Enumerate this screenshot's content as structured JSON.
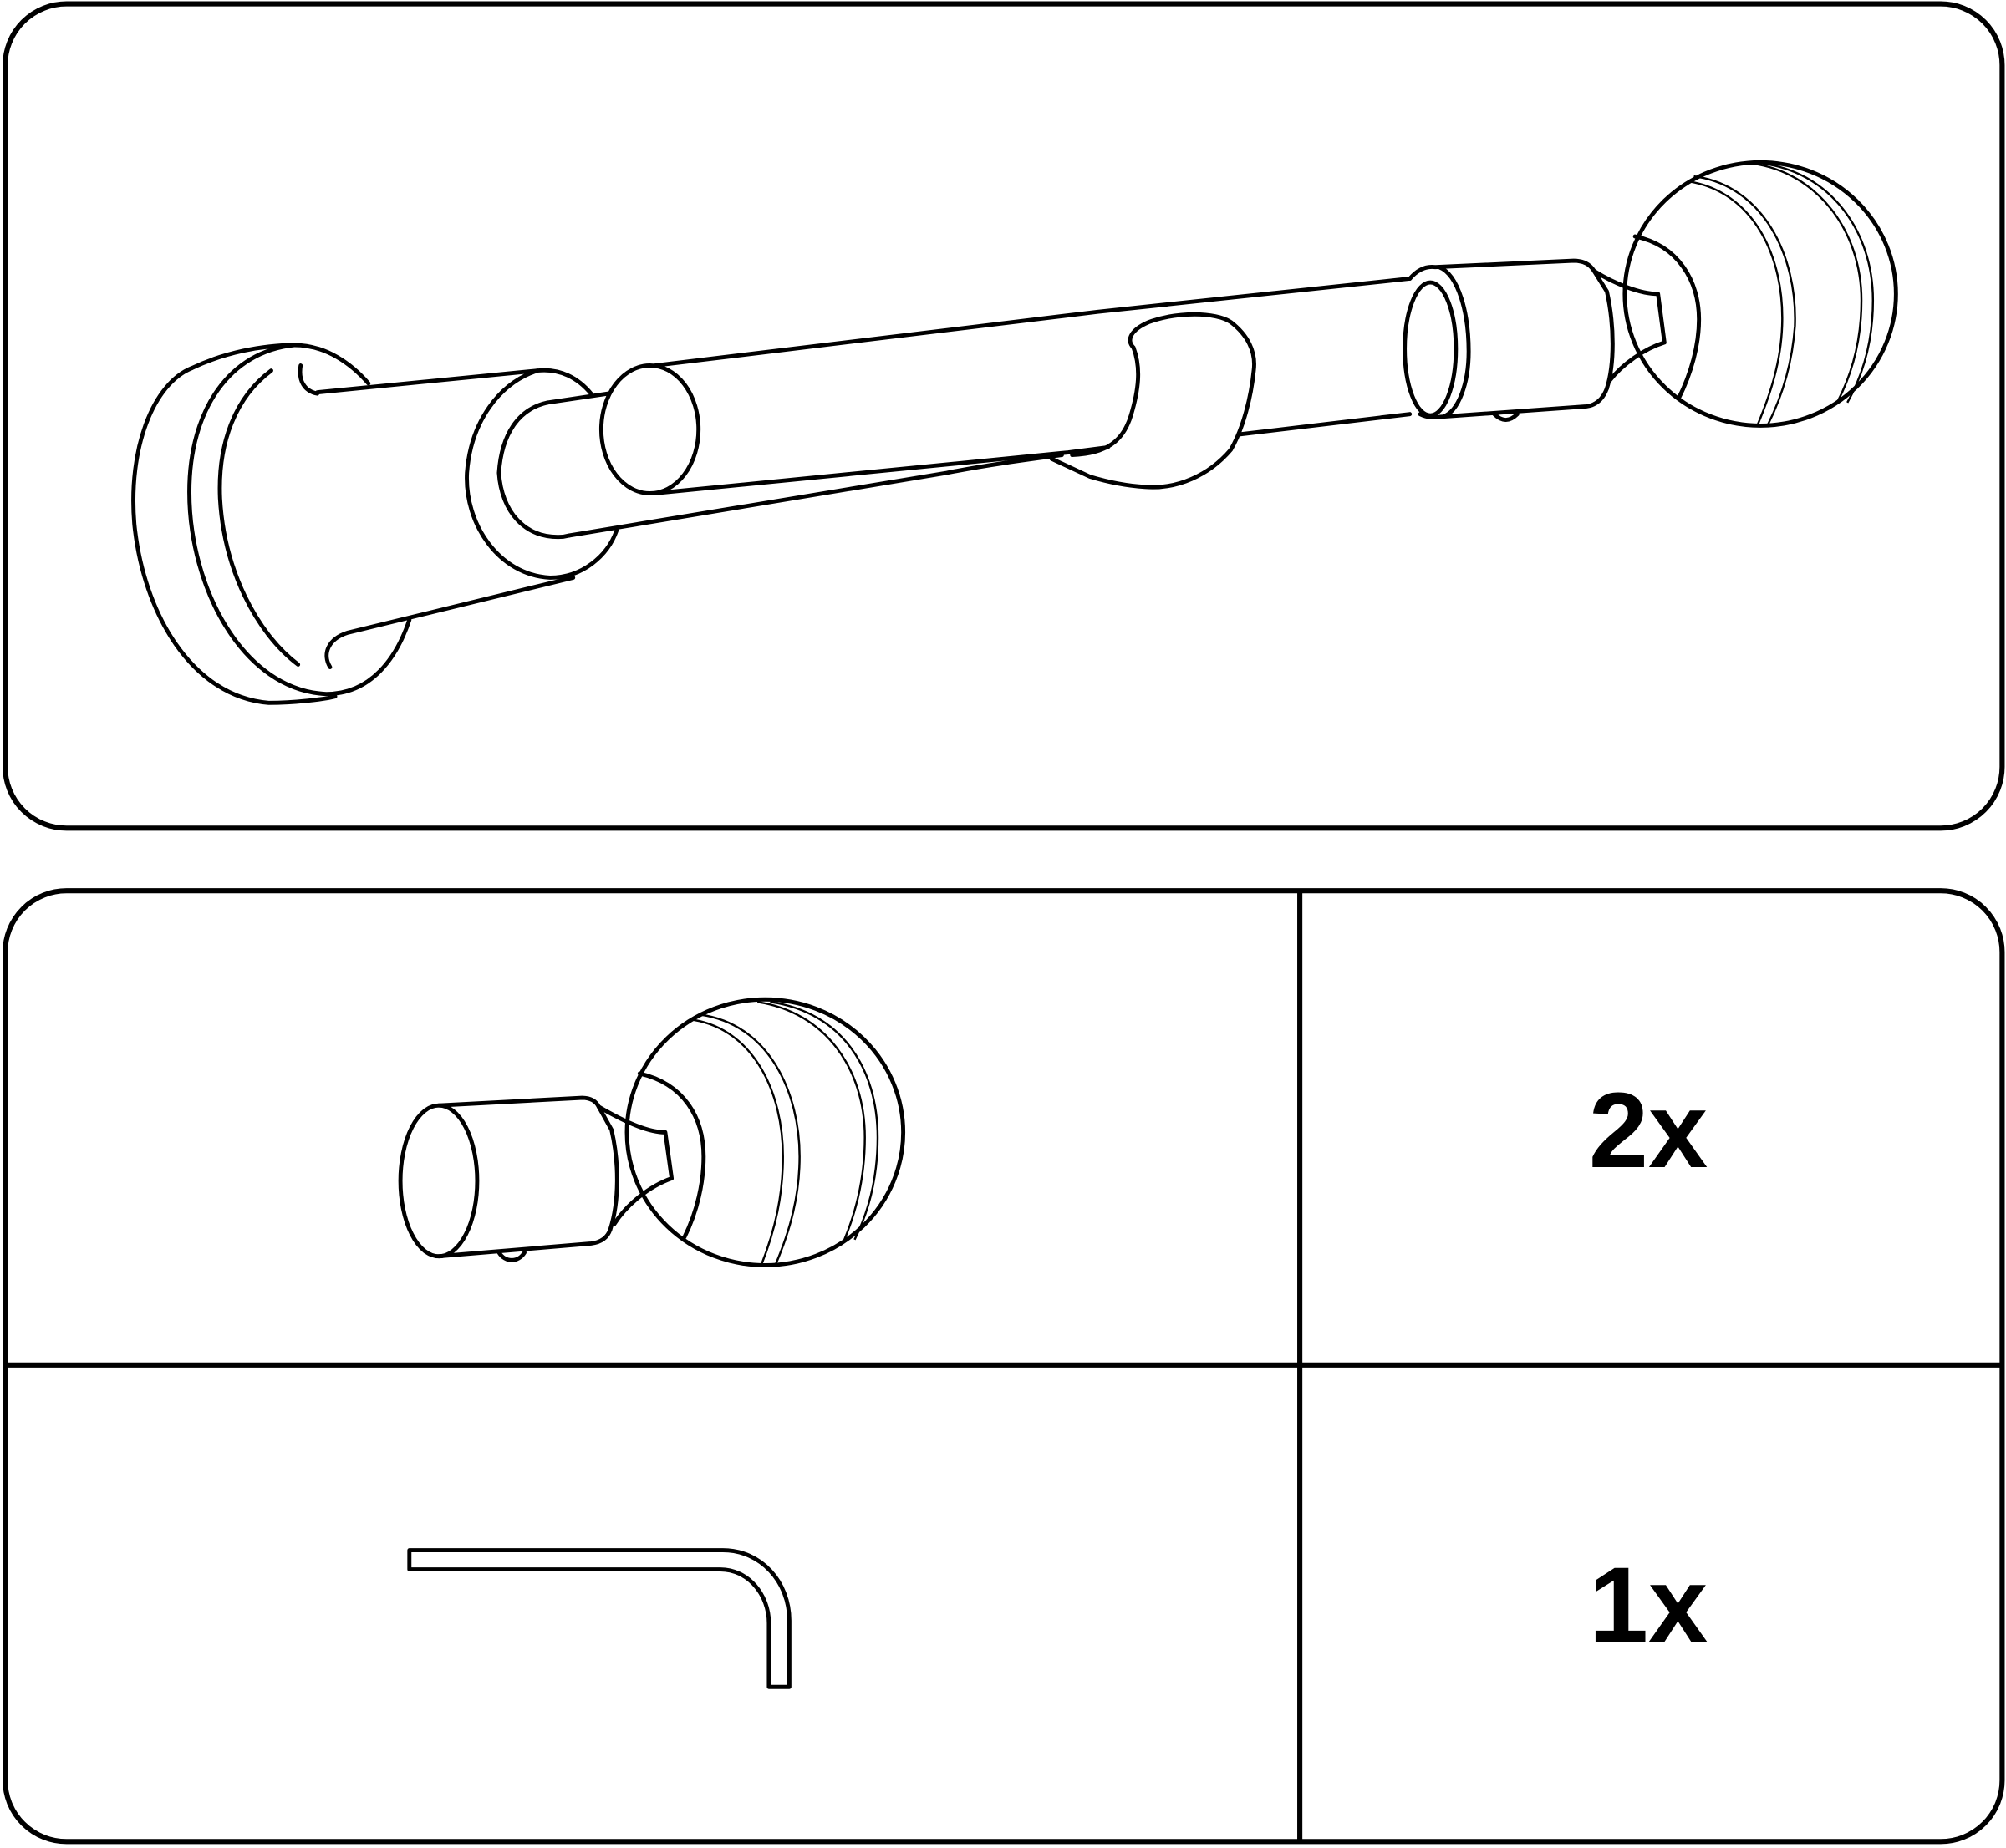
{
  "document": {
    "type": "assembly-parts-sheet",
    "top_panel": {
      "illustration": "curtain-rod-assembly"
    },
    "parts_table": {
      "rows": [
        {
          "part": "ball-finial-end-cap",
          "quantity": "2x"
        },
        {
          "part": "allen-key",
          "quantity": "1x"
        }
      ]
    },
    "colors": {
      "line": "#000000",
      "background": "#ffffff"
    }
  }
}
